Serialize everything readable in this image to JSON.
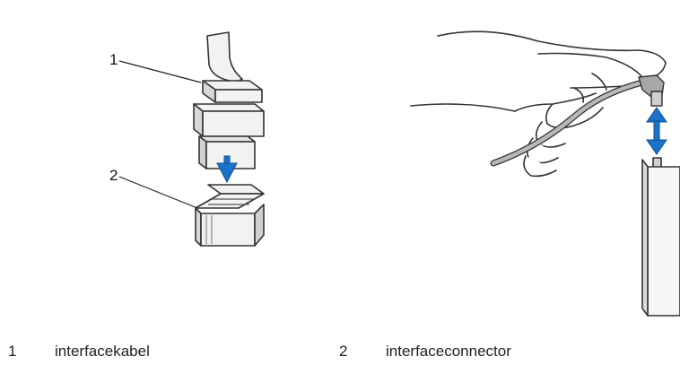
{
  "callouts": [
    {
      "number": "1",
      "label": "interfacekabel"
    },
    {
      "number": "2",
      "label": "interfaceconnector"
    }
  ],
  "colors": {
    "line": "#333333",
    "arrow": "#1a73c9",
    "part_fill": "#f2f2f2",
    "part_shade": "#d0d0d0",
    "cable_gray": "#9a9a9a"
  }
}
